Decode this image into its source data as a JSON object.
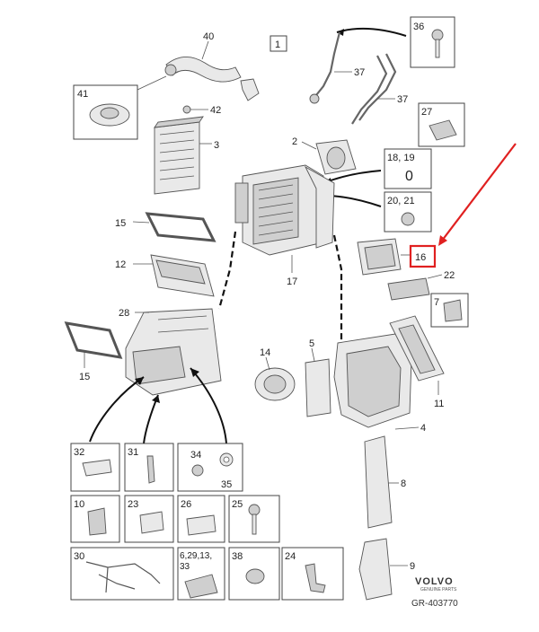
{
  "callouts": {
    "c40": "40",
    "c1": "1",
    "c36": "36",
    "c41": "41",
    "c42": "42",
    "c37a": "37",
    "c37b": "37",
    "c3": "3",
    "c2": "2",
    "c27": "27",
    "c1819": "18, 19",
    "c0": "0",
    "c2021": "20, 21",
    "c15a": "15",
    "c16": "16",
    "c12": "12",
    "c22": "22",
    "c17": "17",
    "c7": "7",
    "c28": "28",
    "c15b": "15",
    "c14": "14",
    "c5": "5",
    "c11": "11",
    "c4": "4",
    "c32": "32",
    "c31": "31",
    "c34": "34",
    "c35": "35",
    "c8": "8",
    "c10": "10",
    "c23": "23",
    "c26": "26",
    "c25": "25",
    "c30": "30",
    "c629": "6,29,13,",
    "c33": "33",
    "c38": "38",
    "c24": "24",
    "c9": "9"
  },
  "brand": {
    "name": "VOLVO",
    "sub": "GENUINE PARTS"
  },
  "diagram_code": "GR-403770",
  "highlight_color": "#e02020"
}
